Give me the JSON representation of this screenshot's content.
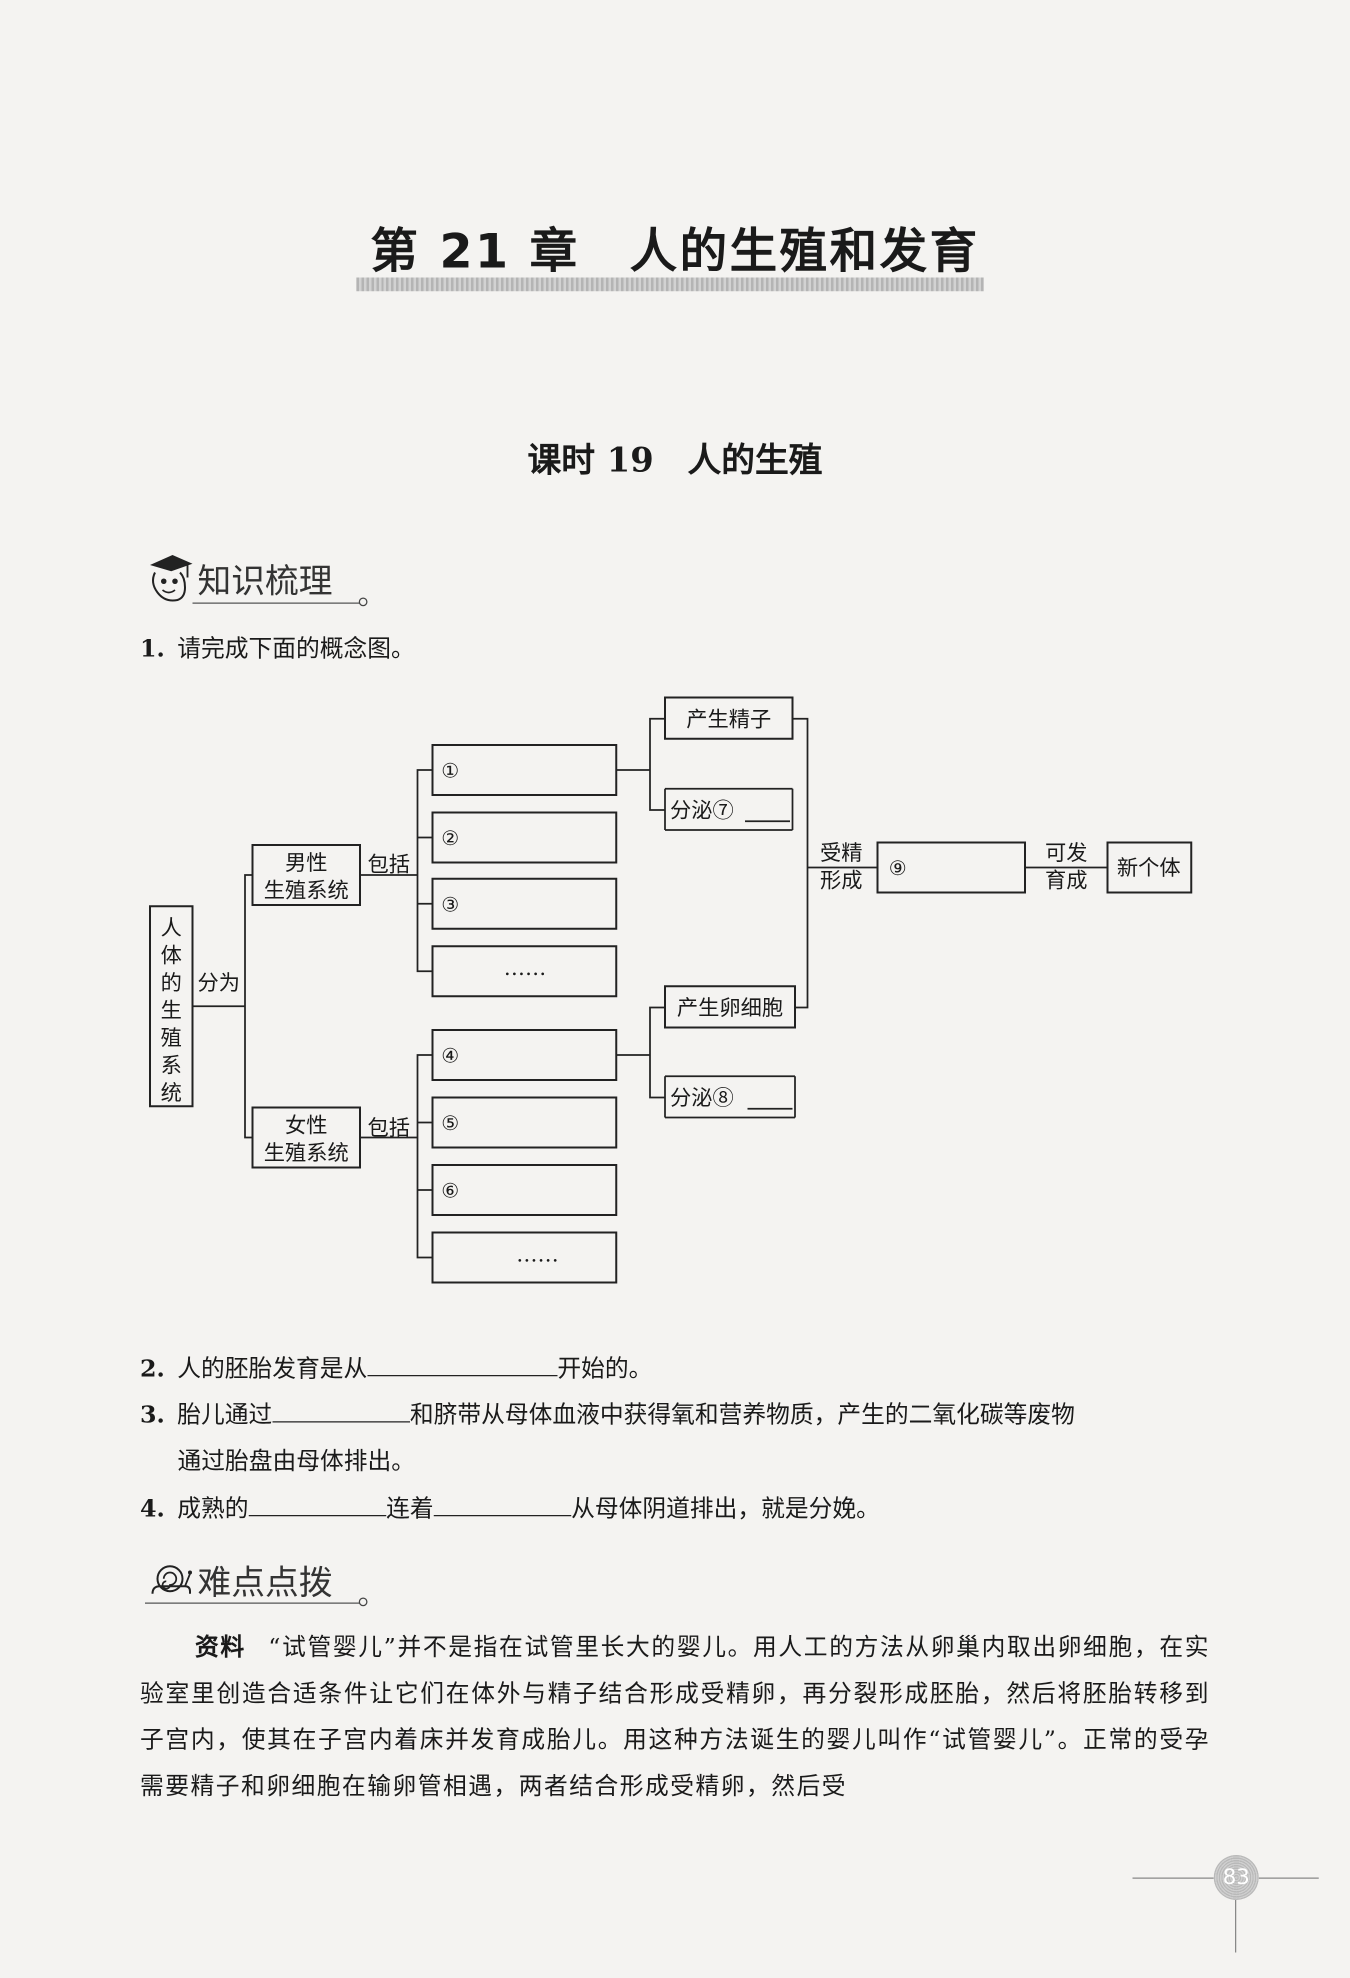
{
  "chapter": {
    "title": "第 21 章　人的生殖和发育"
  },
  "lesson": {
    "title": "课时 19　人的生殖"
  },
  "sections": {
    "knowledge": {
      "heading": "知识梳理",
      "icon": "graduate-mascot-icon"
    },
    "difficulty": {
      "heading": "难点点拨",
      "icon": "snail-icon"
    }
  },
  "questions": [
    {
      "num": "1.",
      "text": "请完成下面的概念图。"
    },
    {
      "num": "2.",
      "before": "人的胚胎发育是从",
      "after": "开始的。"
    },
    {
      "num": "3.",
      "before": "胎儿通过",
      "after": "和脐带从母体血液中获得氧和营养物质，产生的二氧化碳等废物",
      "cont": "通过胎盘由母体排出。"
    },
    {
      "num": "4.",
      "before": "成熟的",
      "mid": "连着",
      "after": "从母体阴道排出，就是分娩。"
    }
  ],
  "concept_map": {
    "root": [
      "人",
      "体",
      "的",
      "生",
      "殖",
      "系",
      "统"
    ],
    "root_edge": "分为",
    "male": {
      "line1": "男性",
      "line2": "生殖系统",
      "edge": "包括",
      "items": [
        "①",
        "②",
        "③",
        "……"
      ]
    },
    "female": {
      "line1": "女性",
      "line2": "生殖系统",
      "edge": "包括",
      "items": [
        "④",
        "⑤",
        "⑥",
        "……"
      ]
    },
    "male_outputs": [
      "产生精子",
      "分泌⑦"
    ],
    "female_outputs": [
      "产生卵细胞",
      "分泌⑧"
    ],
    "fert_edge": {
      "line1": "受精",
      "line2": "形成"
    },
    "result": "⑨",
    "develop_edge": {
      "line1": "可发",
      "line2": "育成"
    },
    "final": "新个体"
  },
  "material": {
    "lead": "资料",
    "text": "“试管婴儿”并不是指在试管里长大的婴儿。用人工的方法从卵巢内取出卵细胞，在实验室里创造合适条件让它们在体外与精子结合形成受精卵，再分裂形成胚胎，然后将胚胎转移到子宫内，使其在子宫内着床并发育成胎儿。用这种方法诞生的婴儿叫作“试管婴儿”。正常的受孕需要精子和卵细胞在输卵管相遇，两者结合形成受精卵，然后受"
  },
  "page_number": "83"
}
